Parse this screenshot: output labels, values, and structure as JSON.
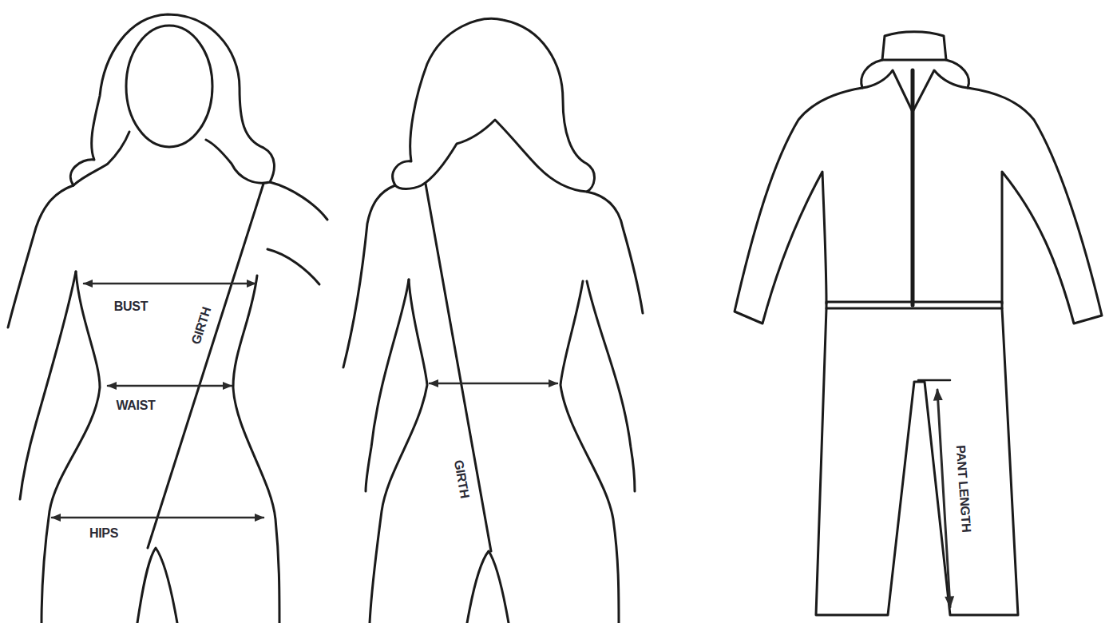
{
  "diagram": {
    "labels": [
      "BUST",
      "GIRTH",
      "WAIST",
      "HIPS",
      "GIRTH",
      "PANT LENGTH"
    ]
  }
}
